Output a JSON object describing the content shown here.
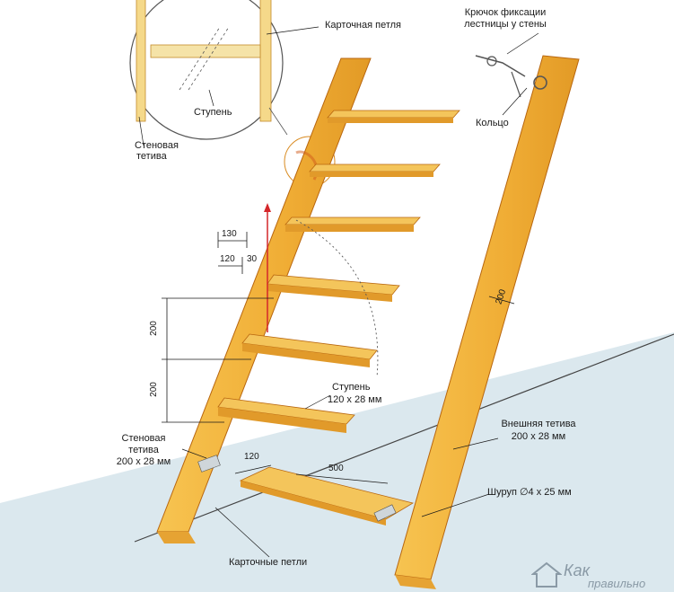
{
  "labels": {
    "hinge_top": "Карточная петля",
    "hook_line1": "Крючок фиксации",
    "hook_line2": "лестницы у стены",
    "ring": "Кольцо",
    "step_detail": "Ступень",
    "wall_string_detail_1": "Стеновая",
    "wall_string_detail_2": "тетива",
    "step_line1": "Ступень",
    "step_line2": "120 x 28 мм",
    "wall_string_1": "Стеновая",
    "wall_string_2": "тетива",
    "wall_string_3": "200 x 28 мм",
    "outer_string_1": "Внешняя тетива",
    "outer_string_2": "200 x 28 мм",
    "screw": "Шуруп ∅4 x 25 мм",
    "hinges_bottom": "Карточные петли"
  },
  "dimensions": {
    "d130": "130",
    "d120_top": "120",
    "d30": "30",
    "d200_upper": "200",
    "d200_lower": "200",
    "d120_bottom": "120",
    "d500": "500",
    "d200_outer": "200"
  },
  "watermark": {
    "text1": "Как",
    "text2": "правильно"
  },
  "colors": {
    "wood": "#f2b43a",
    "wood_dark": "#d98a1f",
    "wood_edge": "#b8660f",
    "floor": "#dbe8ee",
    "line": "#1a1a1a",
    "red": "#d4272a"
  }
}
